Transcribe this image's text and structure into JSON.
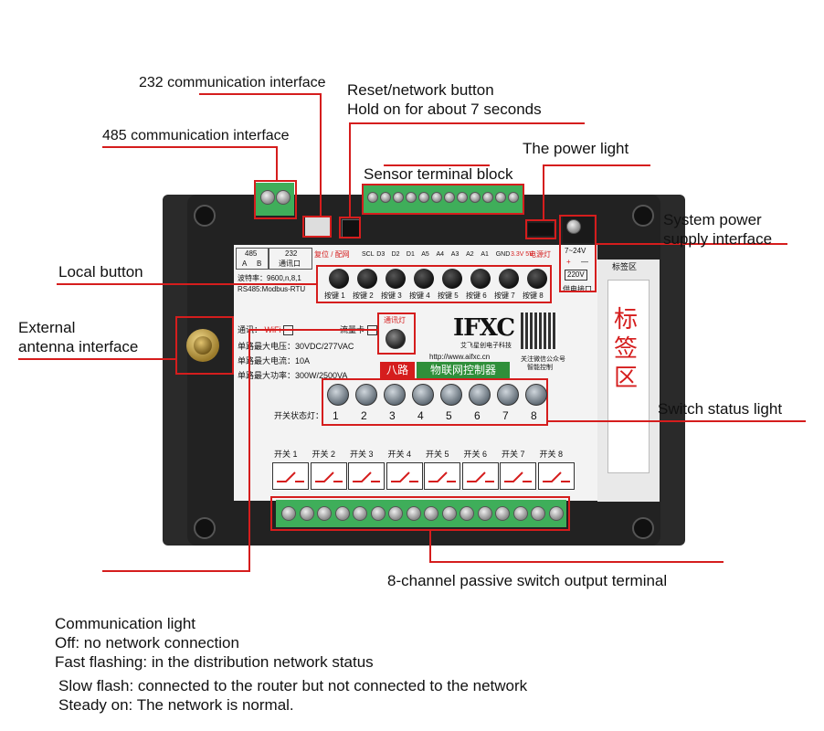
{
  "callouts": {
    "c232": "232 communication interface",
    "reset_1": "Reset/network button",
    "reset_2": "Hold on for about 7 seconds",
    "c485": "485 communication interface",
    "power_light": "The power light",
    "sensor": "Sensor terminal block",
    "sys_power_1": "System power",
    "sys_power_2": "supply interface",
    "local_button": "Local button",
    "antenna_1": "External",
    "antenna_2": "antenna interface",
    "switch_status": "Switch status light",
    "output_terminal": "8-channel passive switch output terminal"
  },
  "notes": [
    "Communication light",
    "Off: no network connection",
    "Fast flashing: in the distribution network status",
    "Slow flash: connected to the router but not connected to the network",
    "Steady on: The network is normal."
  ],
  "device": {
    "port_485": "485",
    "port_232": "232",
    "port_232_sub": "通讯口",
    "port_a": "A",
    "port_b": "B",
    "reset_label": "复位 / 配网",
    "sensor_pins": [
      "SCL",
      "D3",
      "D2",
      "D1",
      "A5",
      "A4",
      "A3",
      "A2",
      "A1",
      "GND",
      "3.3V",
      "5V"
    ],
    "power_label": "电源灯",
    "voltage_label": "7~24V",
    "plus": "+",
    "minus": "—",
    "v220": "220V",
    "power_port": "供电接口",
    "baud": "波特率：9600,n,8,1",
    "modbus": "RS485:Modbus-RTU",
    "keys": [
      "按键 1",
      "按键 2",
      "按键 3",
      "按键 4",
      "按键 5",
      "按键 6",
      "按键 7",
      "按键 8"
    ],
    "comm_light": "通讯灯",
    "comm_row": "通讯：",
    "wifi": "WiFi",
    "sim": "流量卡",
    "spec_v": "单路最大电压：30VDC/277VAC",
    "spec_a": "单路最大电流：10A",
    "spec_w": "单路最大功率：300W/2500VA",
    "brand": "IFXC",
    "brand_sub": "艾飞星创电子科技",
    "url": "http://www.aifxc.cn",
    "product": "物联网控制器",
    "channels": "八路",
    "wechat_1": "关注微信公众号",
    "wechat_2": "智能控制",
    "switch_lights_label": "开关状态灯：",
    "light_nums": [
      "1",
      "2",
      "3",
      "4",
      "5",
      "6",
      "7",
      "8"
    ],
    "switches": [
      "开关 1",
      "开关 2",
      "开关 3",
      "开关 4",
      "开关 5",
      "开关 6",
      "开关 7",
      "开关 8"
    ],
    "label_zone_small": "标签区",
    "label_zone_big": "标签区"
  },
  "colors": {
    "callout_red": "#d51d1d",
    "terminal_green": "#3fae5a",
    "product_green": "#2f8f3a"
  }
}
